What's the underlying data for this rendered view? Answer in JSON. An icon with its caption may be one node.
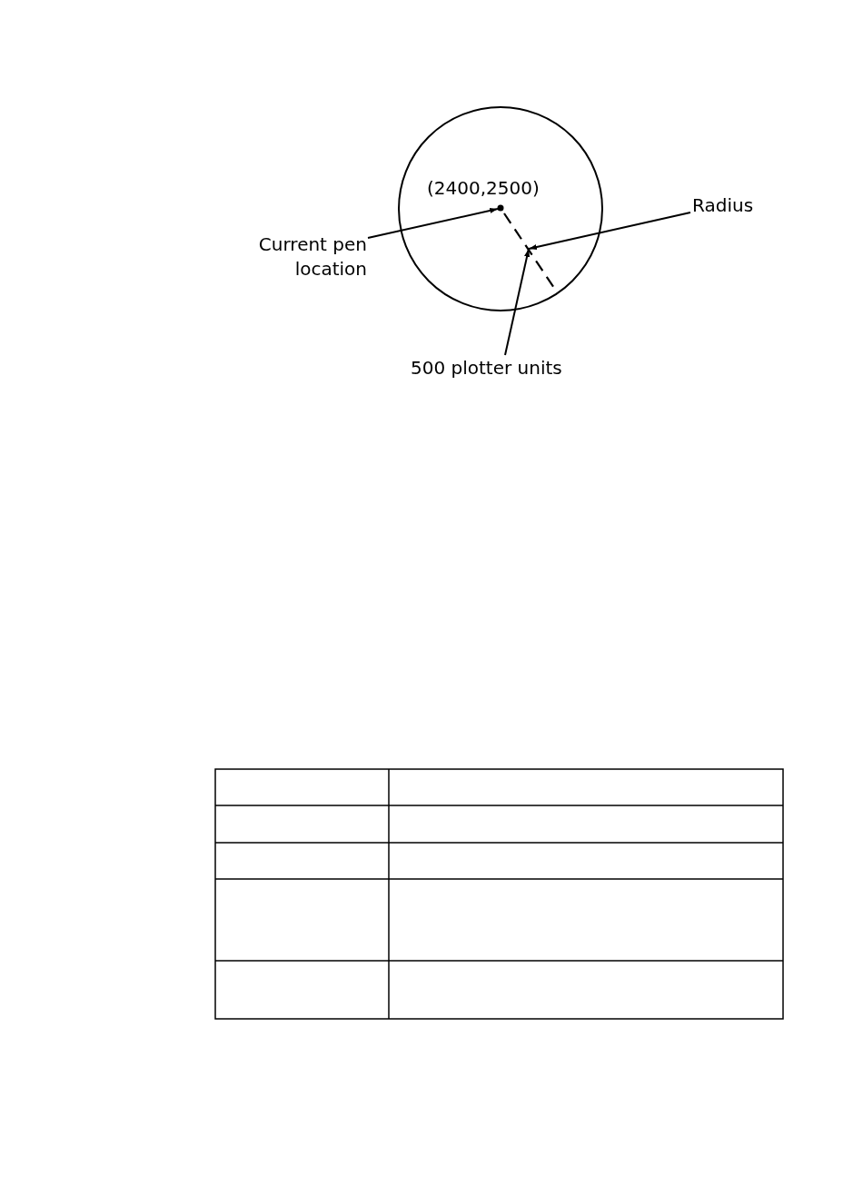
{
  "diagram": {
    "nodes": [
      {
        "text": [
          "Current pen location"
        ]
      },
      {
        "text": [],
        "shape": "circle"
      },
      {
        "text": [
          "Radius"
        ]
      },
      {
        "text": [],
        "shape": "line"
      },
      {
        "text": [
          "500 plotter units"
        ]
      }
    ],
    "edges": [
      {
        "from": 0,
        "to": 1,
        "arrow": "to"
      },
      {
        "from": 2,
        "to": 3,
        "arrow": "to"
      },
      {
        "from": 4,
        "to": 3,
        "arrow": "to"
      }
    ],
    "labels": [
      "(2400,2500)"
    ]
  }
}
